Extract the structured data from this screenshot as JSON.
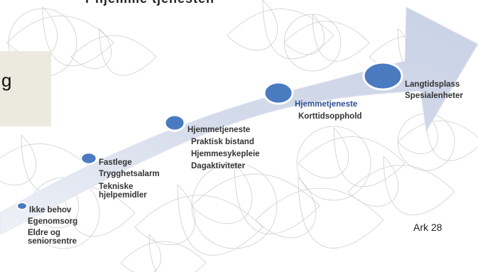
{
  "top_text": "r  hjemme tjenesten",
  "box_text": "g",
  "page_label": "Ark 28",
  "steps": [
    {
      "lines": [
        "Ikke behov",
        "Egenomsorg",
        "Eldre og",
        "seniorsentre"
      ]
    },
    {
      "lines": [
        "Fastlege",
        "Trygghetsalarm",
        "Tekniske",
        "hjelpemidler"
      ]
    },
    {
      "lines": [
        "Hjemmetjeneste",
        "Praktisk bistand",
        "Hjemmesykepleie",
        "Dagaktiviteter"
      ]
    },
    {
      "lines": [
        "Hjemmetjeneste",
        "Korttidsopphold"
      ]
    },
    {
      "lines": [
        "Langtidsplass",
        "Spesialenheter"
      ]
    }
  ],
  "colors": {
    "arrow": "#d5dbe9",
    "dot": "#4a7bc0",
    "dot_stroke": "#ffffff",
    "ornament": "#c8c8c8",
    "box": "#ece9df"
  }
}
